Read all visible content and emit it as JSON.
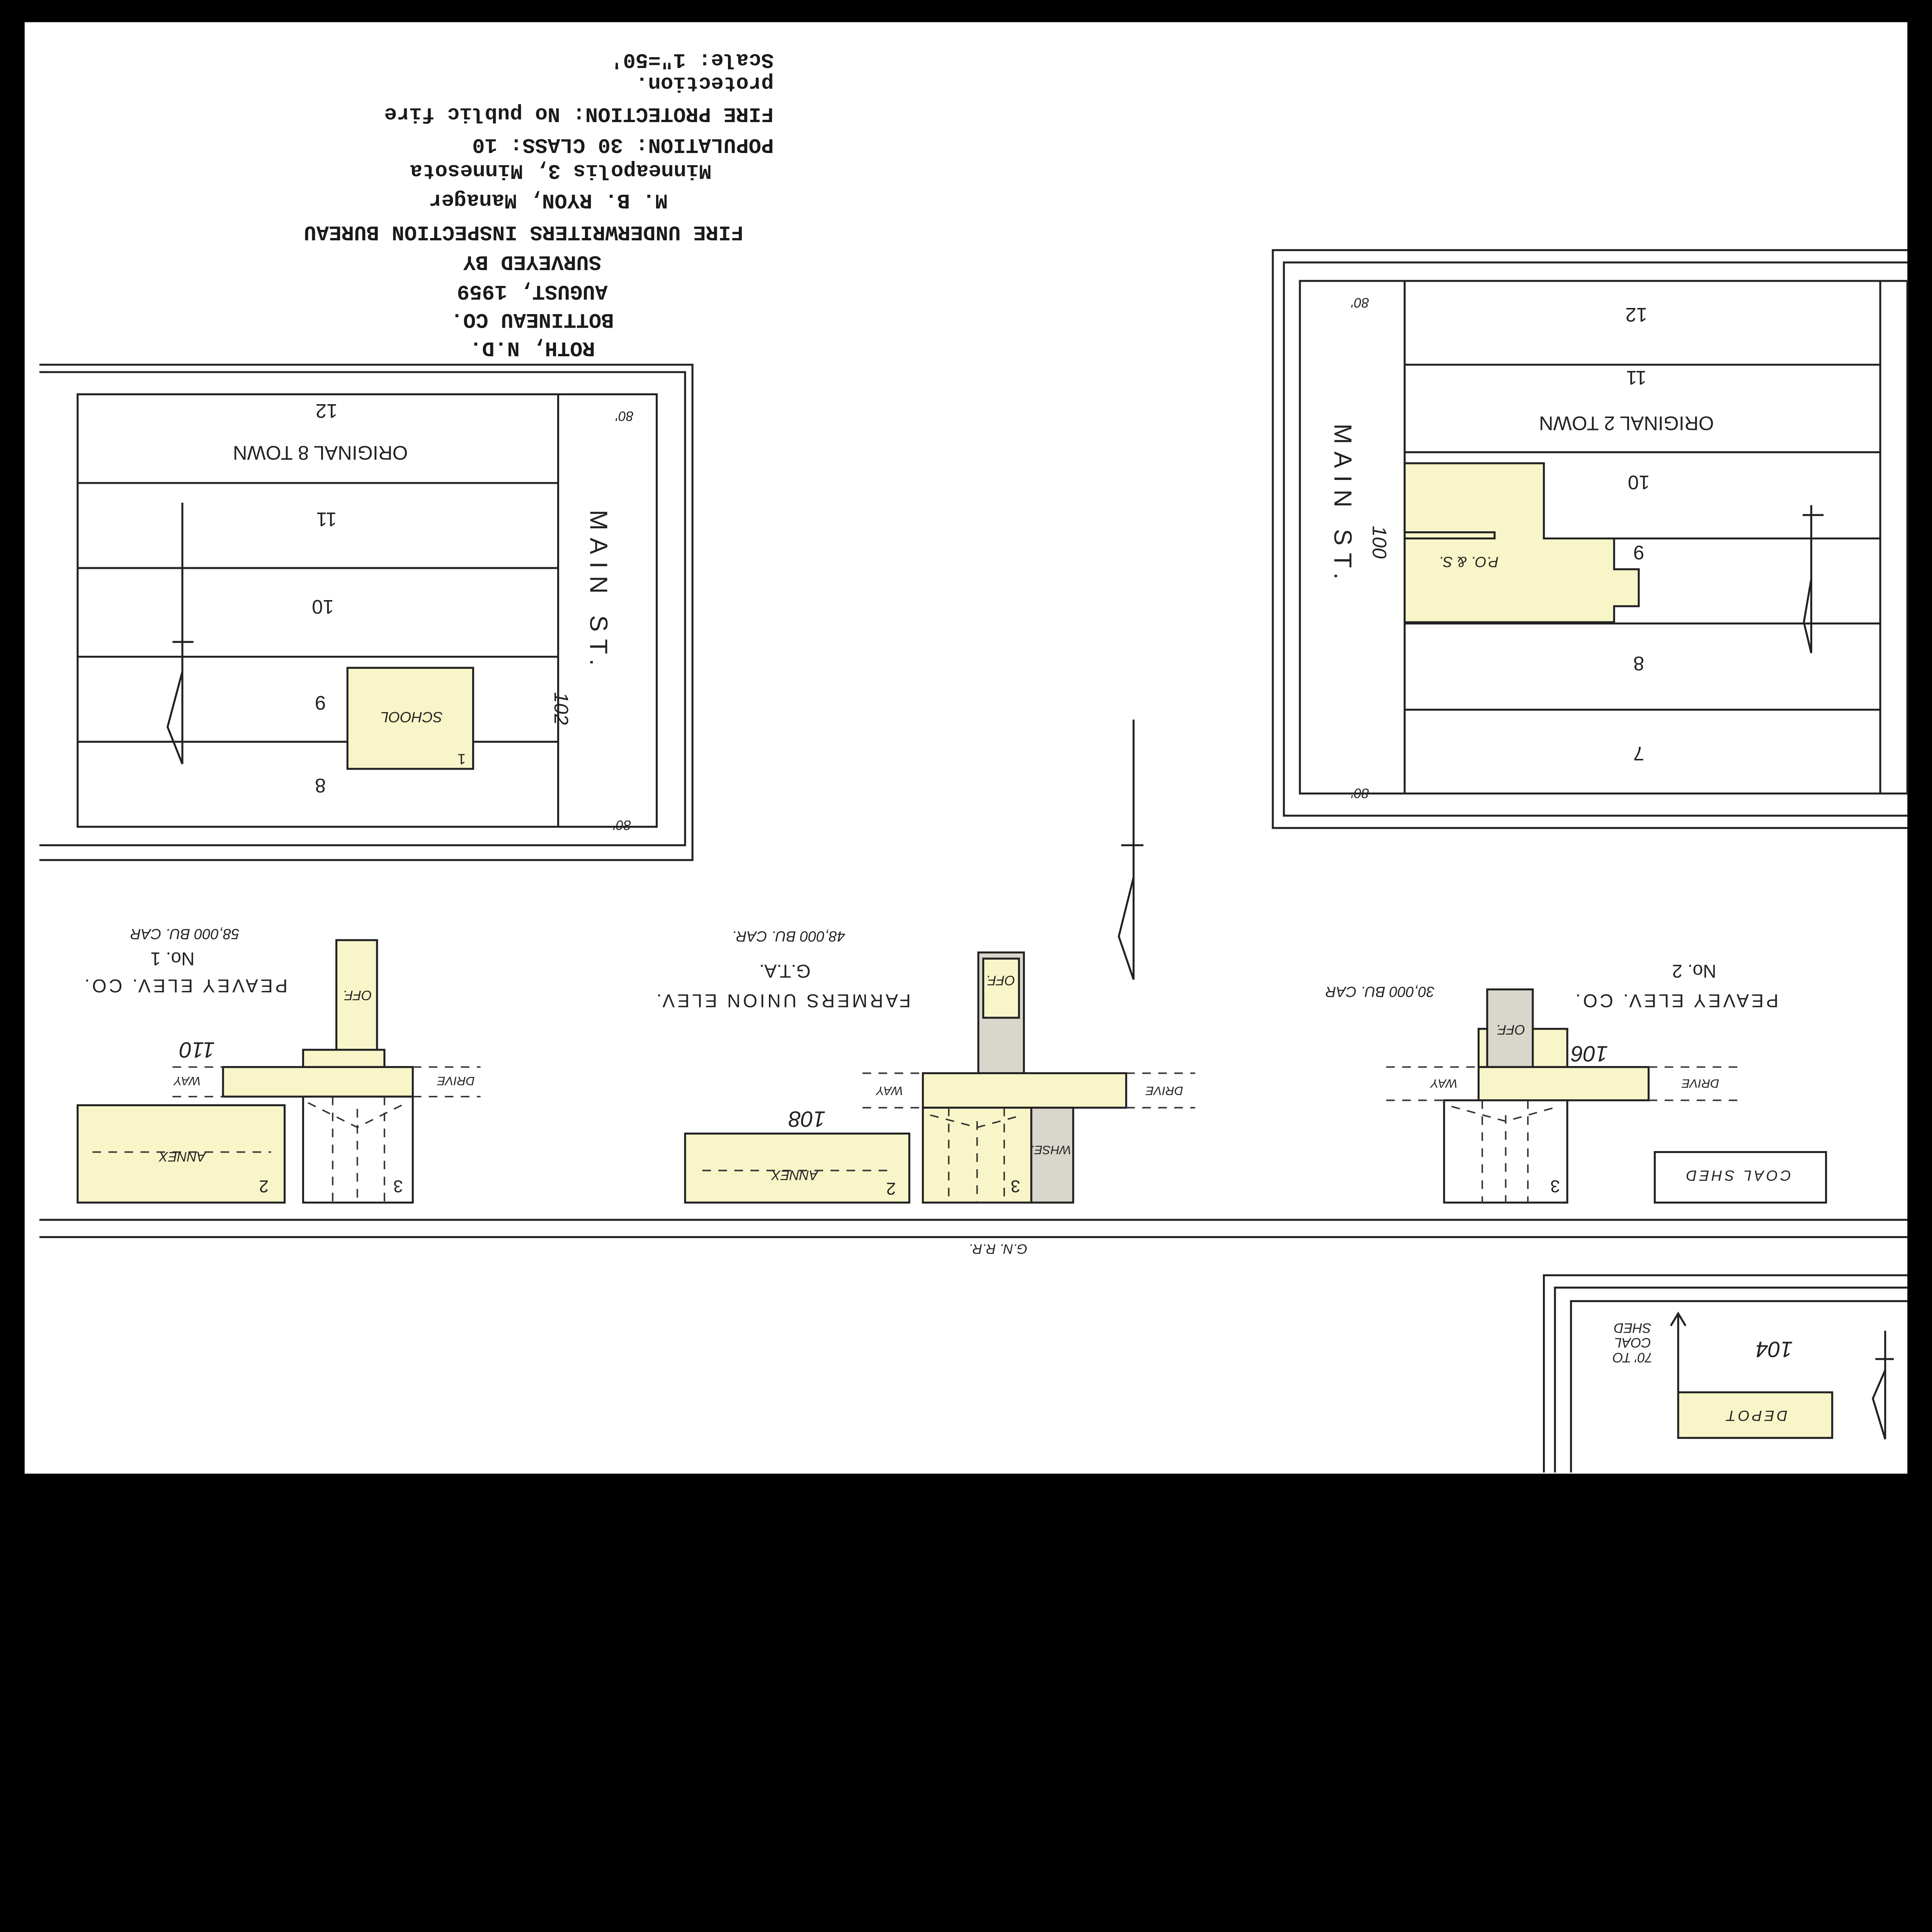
{
  "title_block": {
    "scale": "Scale: 1\"=50'",
    "protection_cont": "protection.",
    "fire_protection": "FIRE PROTECTION: No public fire",
    "population": "POPULATION: 30    CLASS: 10",
    "city": "Minneapolis 3, Minnesota",
    "manager": "M. B. RYON, Manager",
    "bureau": "FIRE UNDERWRITERS INSPECTION BUREAU",
    "surveyed_by": "SURVEYED BY",
    "date": "AUGUST, 1959",
    "county": "BOTTINEAU CO.",
    "town": "ROTH, N.D."
  },
  "block_8": {
    "name": "ORIGINAL 8 TOWN",
    "lots": [
      "12",
      "11",
      "10",
      "9",
      "8"
    ],
    "street": "MAIN ST.",
    "block_number": "102",
    "frontage_top": "80'",
    "frontage_bottom": "80'",
    "building": "SCHOOL",
    "building_stories": "1"
  },
  "block_2": {
    "name": "ORIGINAL 2 TOWN",
    "lots": [
      "12",
      "11",
      "10",
      "9",
      "8",
      "7"
    ],
    "street": "MAIN ST.",
    "block_number": "100",
    "frontage_top": "80'",
    "frontage_bottom": "80'",
    "building": "P.O. & S."
  },
  "railroad": "G.N. R.R.",
  "elevators": [
    {
      "name": "PEAVEY ELEV. CO.",
      "number": "No. 1",
      "capacity": "58,000 BU. CAR",
      "map_number": "110",
      "office": "OFF.",
      "annex": "ANNEX",
      "way": "WAY",
      "drive": "DRIVE",
      "annex_stories": "2",
      "elev_stories": "3"
    },
    {
      "name": "FARMERS UNION ELEV.",
      "number": "G.T.A.",
      "capacity": "48,000 BU. CAR.",
      "map_number": "108",
      "office": "OFF.",
      "annex": "ANNEX",
      "way": "WAY",
      "drive": "DRIVE",
      "warehouse": "WHSE.",
      "annex_stories": "2",
      "elev_stories": "3"
    },
    {
      "name": "PEAVEY ELEV. CO.",
      "number": "No. 2",
      "capacity": "30,000 BU. CAR",
      "map_number": "106",
      "office": "OFF.",
      "way": "WAY",
      "drive": "DRIVE",
      "coal_shed": "COAL SHED",
      "elev_stories": "3"
    }
  ],
  "depot": {
    "map_number": "104",
    "label": "DEPOT",
    "note": [
      "70' TO",
      "COAL",
      "SHED"
    ]
  },
  "colors": {
    "paper": "#ffffff",
    "building_fill": "#f8f5c8",
    "frame_fill": "#d9d6cc",
    "ink": "#222222"
  }
}
